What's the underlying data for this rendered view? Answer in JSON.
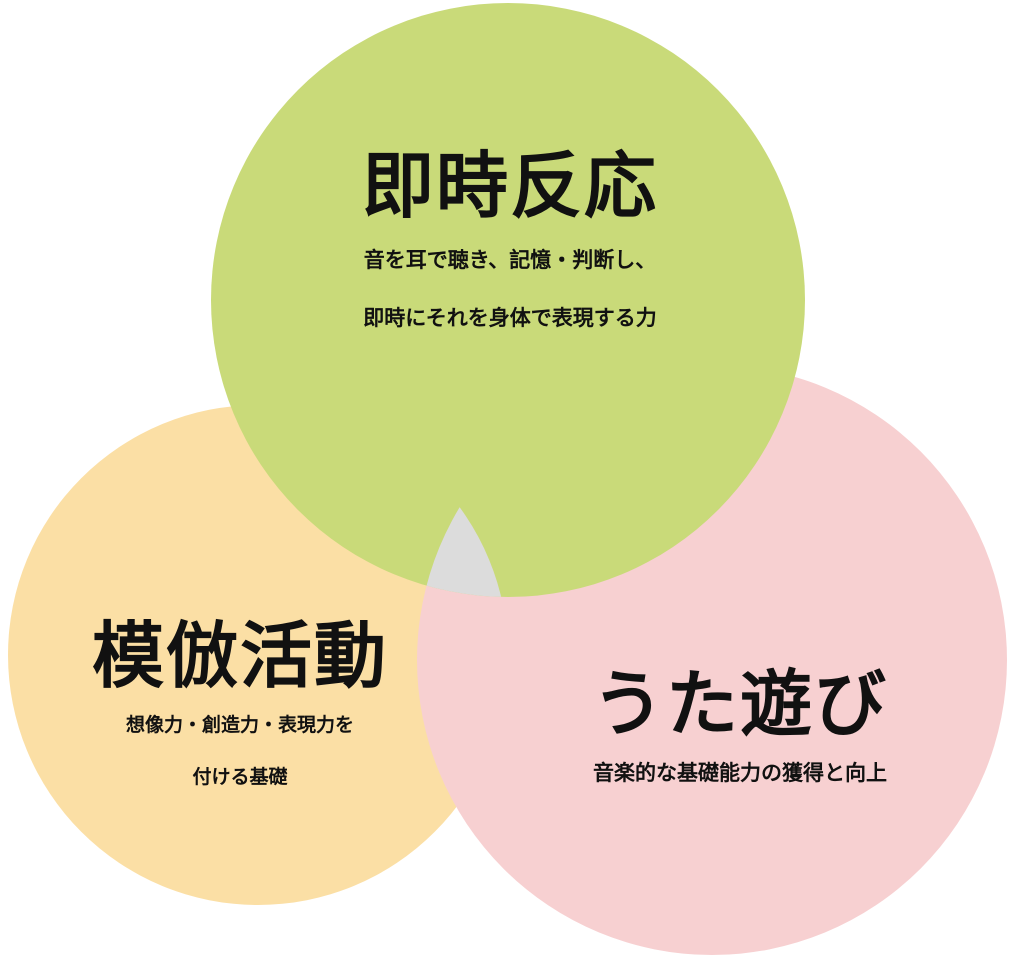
{
  "circles": {
    "top": {
      "title": "即時反応",
      "desc_line1": "音を耳で聴き、記憶・判断し、",
      "desc_line2": "即時にそれを身体で表現する力",
      "color": "#c9da79"
    },
    "left": {
      "title": "模倣活動",
      "desc_line1": "想像力・創造力・表現力を",
      "desc_line2": "付ける基礎",
      "color": "#fbdfa5"
    },
    "right": {
      "title": "うた遊び",
      "desc_line1": "音楽的な基礎能力の獲得と向上",
      "color": "#f7d0d1"
    },
    "center_color": "#dcdcdc"
  }
}
